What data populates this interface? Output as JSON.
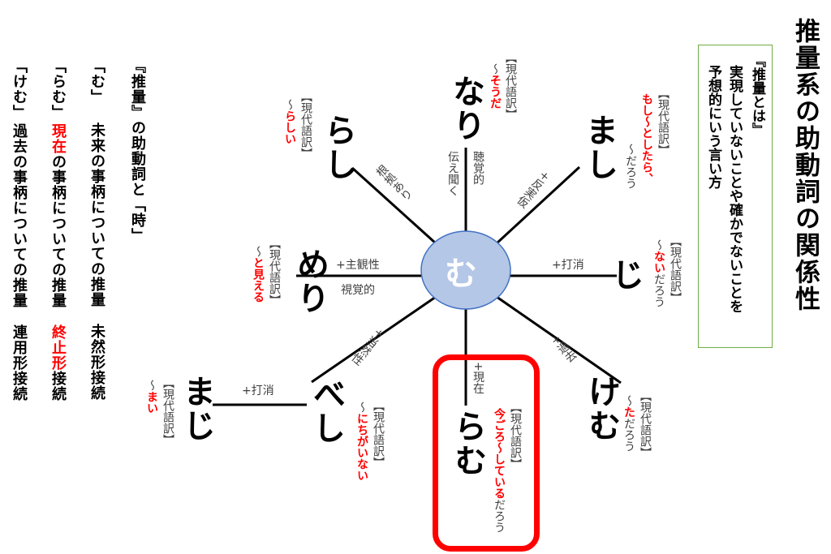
{
  "title": "推量系の助動詞の関係性",
  "definition": {
    "line1": "『推量とは』",
    "line2": "実現していないことや確かでないことを",
    "line3": "予想的にいう言い方"
  },
  "left_panel": {
    "heading": "『推量』の助動詞と「時」",
    "rows": [
      {
        "word": "「む」",
        "pre": "",
        "time": "未来",
        "post": "の事柄についての推量",
        "conn_red": "",
        "conn": "未然形接続"
      },
      {
        "word": "「らむ」",
        "pre": "",
        "time": "現在",
        "post": "の事柄についての推量",
        "conn_red": "終止形",
        "conn": "接続"
      },
      {
        "word": "「けむ」",
        "pre": "",
        "time": "過去",
        "post": "の事柄についての推量",
        "conn_red": "",
        "conn": "連用形接続"
      }
    ]
  },
  "center": {
    "label": "む",
    "fill": "#b4c7e7",
    "stroke": "#4472c4"
  },
  "translation_label": "【現代語訳】",
  "nodes": {
    "nari": {
      "label": "なり",
      "tilde": "～",
      "red": "そうだ",
      "rest": "",
      "edge_right": "聴覚的",
      "edge_left": "伝え聞く"
    },
    "rashi": {
      "label": "らし",
      "tilde": "～",
      "red": "らしい",
      "rest": "",
      "edge": "根拠あり"
    },
    "mashi": {
      "label": "まし",
      "red": "もし～としたら、",
      "rest": "～だろう",
      "edge": "+反実仮"
    },
    "meri": {
      "label": "めり",
      "tilde": "～",
      "red": "と見える",
      "rest": "",
      "edge_top": "+主観性",
      "edge_bottom": "視覚的"
    },
    "ji": {
      "label": "じ",
      "tilde": "～",
      "red": "ない",
      "rest": "だろう",
      "edge": "+打消"
    },
    "beshi": {
      "label": "べし",
      "tilde": "～",
      "red": "にちがいない",
      "rest": "",
      "edge": "+当然性"
    },
    "kemu": {
      "label": "けむ",
      "tilde": "～",
      "red": "た",
      "rest": "だろう",
      "edge": "+過去"
    },
    "ramu": {
      "label": "らむ",
      "tilde": "",
      "red": "今ごろ～している",
      "rest": "だろう",
      "edge": "+現在"
    },
    "maji": {
      "label": "まじ",
      "tilde": "～",
      "red": "まい",
      "rest": "",
      "edge": "+打消"
    }
  },
  "colors": {
    "accent_red": "#ff0000",
    "box_green": "#70ad47"
  }
}
